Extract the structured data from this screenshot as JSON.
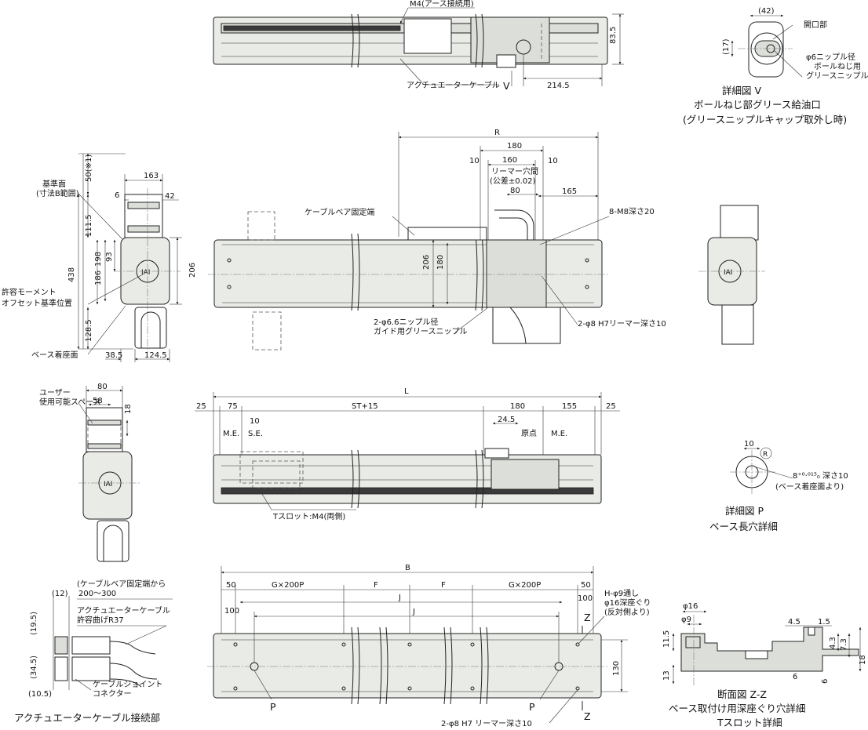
{
  "top_view": {
    "m4_label": "M4(アース接続用)",
    "cable_label": "アクチュエーターケーブル",
    "v_marker": "V",
    "dim_83_5": "83.5",
    "dim_214_5": "214.5"
  },
  "detail_v": {
    "dim_42": "(42)",
    "dim_17": "(17)",
    "opening_label": "開口部",
    "nipple_label_1": "φ6ニップル径",
    "nipple_label_2": "ボールねじ用",
    "nipple_label_3": "グリースニップル",
    "title": "詳細図 V",
    "subtitle": "ボールねじ部グリース給油口",
    "note": "(グリースニップルキャップ取外し時)"
  },
  "left_side": {
    "ref_surface": "基準面",
    "dim_b_range": "(寸法B範囲)",
    "dim_50": "50(※1)",
    "dim_163": "163",
    "dim_6": "6",
    "dim_42": "42",
    "dim_111_5": "111.5",
    "dim_438": "438",
    "dim_198": "198",
    "dim_186": "186",
    "dim_93": "93",
    "dim_206": "206",
    "dim_128_5": "128.5",
    "moment_label_1": "許容モーメント",
    "moment_label_2": "オフセット基準位置",
    "base_surface": "ベース着座面",
    "dim_38_5": "38.5",
    "dim_124_5": "124.5"
  },
  "side_view": {
    "dim_R": "R",
    "dim_180": "180",
    "dim_10a": "10",
    "dim_160": "160",
    "dim_10b": "10",
    "reamer_label": "リーマー穴間",
    "tolerance": "(公差±0.02)",
    "dim_80": "80",
    "dim_165": "165",
    "cable_bear": "ケーブルベア固定端",
    "m8": "8-M8深さ20",
    "dim_206": "206",
    "dim_180v": "180",
    "nipple_1": "2-φ6.6ニップル径",
    "nipple_2": "ガイド用グリースニップル",
    "reamer_8": "2-φ8 H7リーマー深さ10"
  },
  "user_space": {
    "label_1": "ユーザー",
    "label_2": "使用可能スペース",
    "dim_80": "80",
    "dim_58": "58",
    "dim_18": "18"
  },
  "lower_view": {
    "dim_L": "L",
    "dim_25a": "25",
    "dim_75": "75",
    "dim_st": "ST+15",
    "dim_180": "180",
    "dim_155": "155",
    "dim_25b": "25",
    "dim_10": "10",
    "dim_24_5": "24.5",
    "me_left": "M.E.",
    "se": "S.E.",
    "origin": "原点",
    "me_right": "M.E.",
    "tslot": "Tスロット:M4(両側)"
  },
  "detail_p": {
    "dim_10": "10",
    "r_mark": "R",
    "spec_1": "8⁺⁰·⁰¹⁵₀ 深さ10",
    "spec_2": "(ベース着座面より)",
    "title": "詳細図 P",
    "subtitle": "ベース長穴詳細"
  },
  "cable_detail": {
    "dim_12": "(12)",
    "note_1": "(ケーブルベア固定端から",
    "note_2": "200〜300",
    "dim_19_5": "(19.5)",
    "bend_1": "アクチュエーターケーブル",
    "bend_2": "許容曲げR37",
    "dim_34_5": "(34.5)",
    "joint_1": "ケーブルジョイント",
    "joint_2": "コネクター",
    "dim_10_5": "(10.5)",
    "title": "アクチュエーターケーブル接続部"
  },
  "bottom_view": {
    "dim_B": "B",
    "dim_50a": "50",
    "dim_g1": "G×200P",
    "dim_F1": "F",
    "dim_F2": "F",
    "dim_g2": "G×200P",
    "dim_50b": "50",
    "dim_100a": "100",
    "dim_J1": "J",
    "dim_J2": "J",
    "dim_100b": "100",
    "hole_1": "H-φ9通し",
    "hole_2": "φ16深座ぐり",
    "hole_3": "(反対側より)",
    "z_top": "Z",
    "z_bottom": "Z",
    "dim_130": "130",
    "p_left": "P",
    "p_right": "P",
    "reamer": "2-φ8 H7 リーマー深さ10"
  },
  "section_zz": {
    "dim_16": "φ16",
    "dim_9": "φ9",
    "dim_11_5": "11.5",
    "dim_13": "13",
    "dim_4_5": "4.5",
    "dim_1_5": "1.5",
    "dim_4_3": "4.3",
    "dim_7_3": "7.3",
    "dim_18": "18",
    "dim_6a": "6",
    "dim_6b": "6",
    "title": "断面図 Z-Z",
    "subtitle": "ベース取付け用深座ぐり穴詳細",
    "subtitle2": "Tスロット詳細"
  }
}
